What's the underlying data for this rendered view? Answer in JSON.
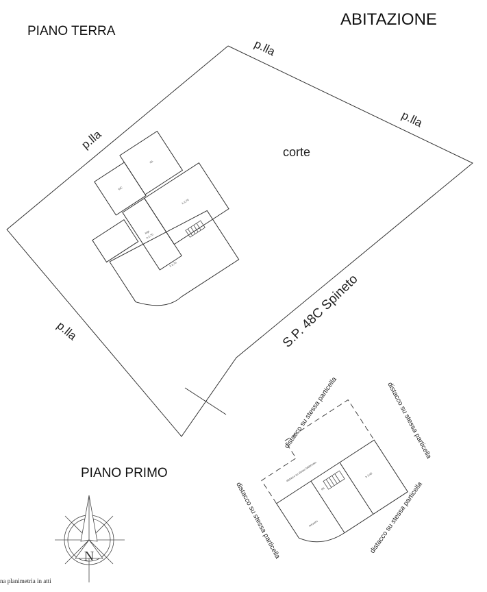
{
  "titles": {
    "ground_floor": "PIANO TERRA",
    "building": "ABITAZIONE",
    "first_floor": "PIANO PRIMO"
  },
  "site": {
    "parcel_top": "p.lla",
    "parcel_right": "p.lla",
    "parcel_left": "p.lla",
    "parcel_bottom_left": "p.lla",
    "courtyard": "corte",
    "road": "S.P. 48C Spineto"
  },
  "ground_floor_rooms": {
    "storage": "rip.",
    "wc": "WC",
    "entrance": "ingr.",
    "entrance_height": "h 2,70",
    "room_right_height": "h 2,70",
    "room_left_height": "h 2,70"
  },
  "first_floor": {
    "setback_top_left": "distacco su stessa particella",
    "setback_top_right": "distacco su stessa particella",
    "setback_left": "distacco su stessa particella",
    "setback_bottom_right": "distacco su stessa particella",
    "setback_building": "distacco su stesso fabbricato",
    "terrace": "terrazzo",
    "landing": "dis",
    "room_height": "h 2,40"
  },
  "compass": {
    "north": "N"
  },
  "footer_note": "na planimetria in atti"
}
